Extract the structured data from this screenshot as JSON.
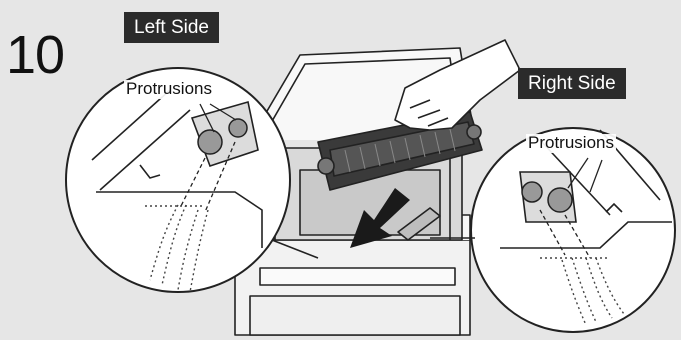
{
  "step": {
    "number": "10"
  },
  "labels": {
    "left_side": "Left Side",
    "right_side": "Right Side",
    "protrusions_left": "Protrusions",
    "protrusions_right": "Protrusions"
  },
  "icons": [
    "hand-icon",
    "toner-cartridge-icon",
    "insert-arrow-icon",
    "printer-icon"
  ],
  "colors": {
    "background": "#e6e6e6",
    "label_bg": "#2b2b2b",
    "line": "#222222"
  }
}
